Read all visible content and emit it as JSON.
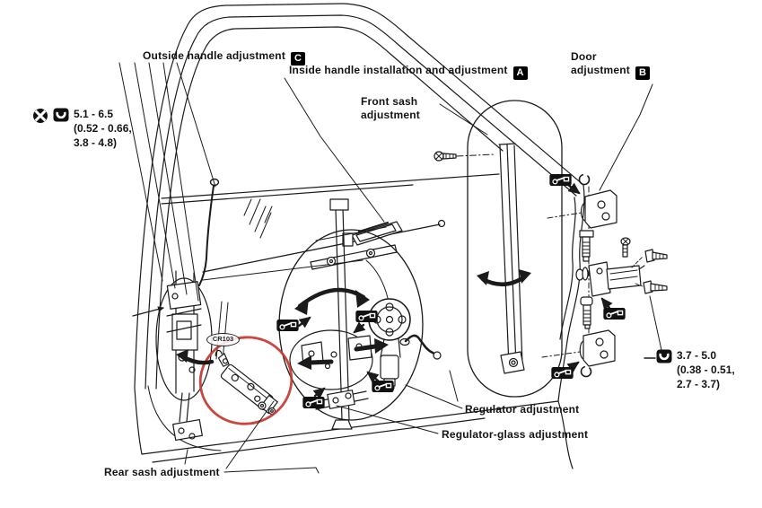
{
  "figure": {
    "background": "#ffffff",
    "ink": "#1b1b1b",
    "highlight_red": "#c4372e",
    "description": "Front door adjustment exploded diagram"
  },
  "callouts": {
    "outside_handle": {
      "label": "Outside handle adjustment",
      "badge": "C"
    },
    "inside_handle": {
      "label": "Inside handle installation and adjustment",
      "badge": "A"
    },
    "door": {
      "label_line1": "Door",
      "label_line2": "adjustment",
      "badge": "B"
    },
    "front_sash": {
      "label_line1": "Front sash",
      "label_line2": "adjustment"
    },
    "regulator": {
      "label": "Regulator adjustment"
    },
    "regulator_glass": {
      "label": "Regulator-glass adjustment"
    },
    "rear_sash": {
      "label": "Rear sash adjustment"
    },
    "part_code": {
      "label": "CR103"
    }
  },
  "torque_specs": {
    "handle_lock": {
      "nm": "5.1 - 6.5",
      "kgm": "(0.52 - 0.66,",
      "ftlb": "3.8 - 4.8)"
    },
    "hinge": {
      "nm": "3.7 - 5.0",
      "kgm": "(0.38 - 0.51,",
      "ftlb": "2.7 - 3.7)"
    }
  }
}
